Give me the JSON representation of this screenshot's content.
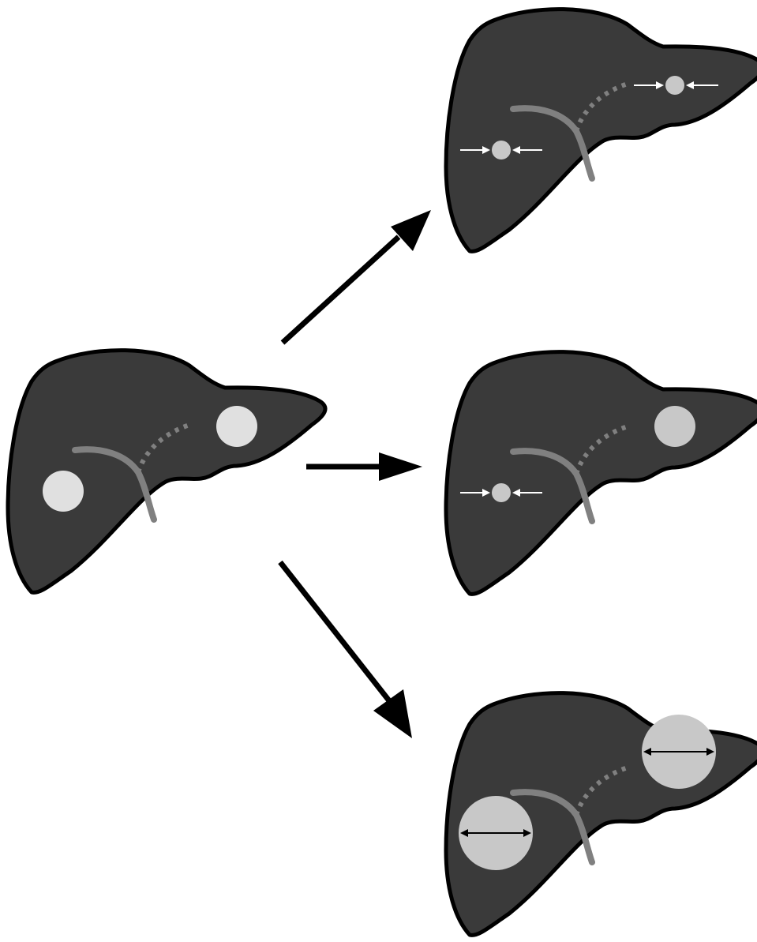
{
  "colors": {
    "background": "#ffffff",
    "liver_fill": "#3a3a3a",
    "liver_outline": "#000000",
    "vessel": "#808080",
    "lesion_baseline": "#e0e0e0",
    "lesion_after": "#c8c8c8",
    "arrow_main": "#000000",
    "arrow_shrink": "#ffffff",
    "arrow_grow": "#000000"
  },
  "panels": [
    {
      "id": "baseline",
      "lesion_a": "medium",
      "lesion_b": "medium"
    },
    {
      "id": "outcome-top",
      "lesion_a": "shrinking",
      "lesion_b": "shrinking"
    },
    {
      "id": "outcome-middle",
      "lesion_a": "shrinking",
      "lesion_b": "unchanged"
    },
    {
      "id": "outcome-bottom",
      "lesion_a": "growing",
      "lesion_b": "growing"
    }
  ],
  "icons": [
    "arrow-up-right-icon",
    "arrow-right-icon",
    "arrow-down-right-icon"
  ]
}
